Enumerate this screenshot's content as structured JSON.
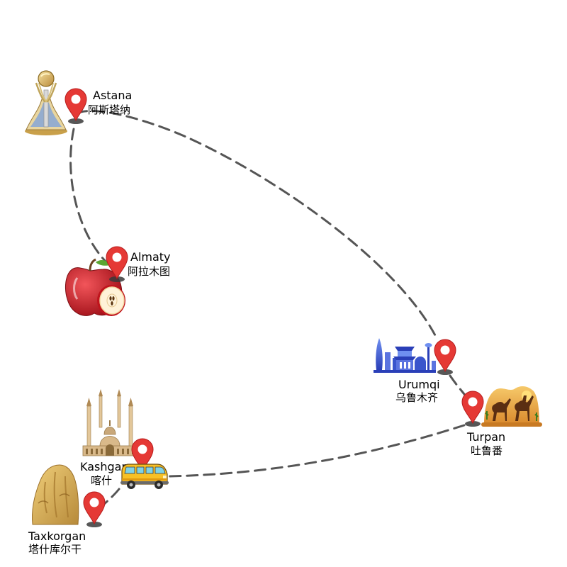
{
  "route": {
    "color": "#555555"
  },
  "colors": {
    "pin": "#e53935",
    "pin_dark": "#b71c1c",
    "pin_shadow": "#3a3a3a"
  },
  "cities": {
    "astana": {
      "en": "Astana",
      "zh": "阿斯塔纳",
      "landmark": "baiterek-tower-icon"
    },
    "almaty": {
      "en": "Almaty",
      "zh": "阿拉木图",
      "landmark": "apple-icon"
    },
    "urumqi": {
      "en": "Urumqi",
      "zh": "乌鲁木齐",
      "landmark": "city-skyline-icon"
    },
    "turpan": {
      "en": "Turpan",
      "zh": "吐鲁番",
      "landmark": "camel-desert-icon"
    },
    "kashgar": {
      "en": "Kashgar",
      "zh": "喀什",
      "landmark": "mosque-icon"
    },
    "taxkorgan": {
      "en": "Taxkorgan",
      "zh": "塔什库尔干",
      "landmark": "stone-mountain-icon"
    }
  },
  "vehicle": {
    "icon": "yellow-van-icon"
  }
}
